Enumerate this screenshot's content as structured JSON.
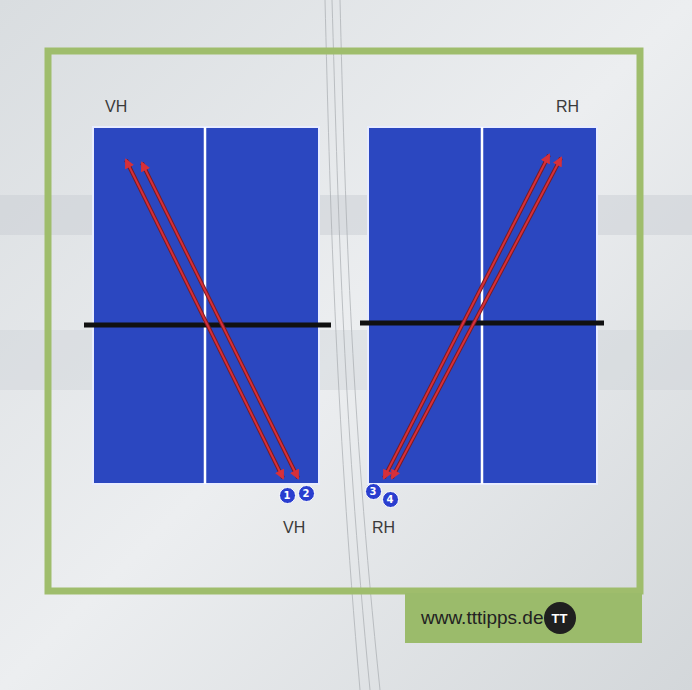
{
  "diagram": {
    "nodes": [
      {
        "text": [
          "1"
        ]
      },
      {
        "text": [
          "2"
        ]
      },
      {
        "text": [
          "3"
        ]
      },
      {
        "text": [
          "4"
        ]
      },
      {
        "text": [
          "www.tttipps.de"
        ]
      },
      {
        "text": [
          "TT"
        ],
        "in": 4
      }
    ],
    "edges": [],
    "labels": [
      "VH",
      "RH",
      "VH",
      "RH"
    ]
  }
}
